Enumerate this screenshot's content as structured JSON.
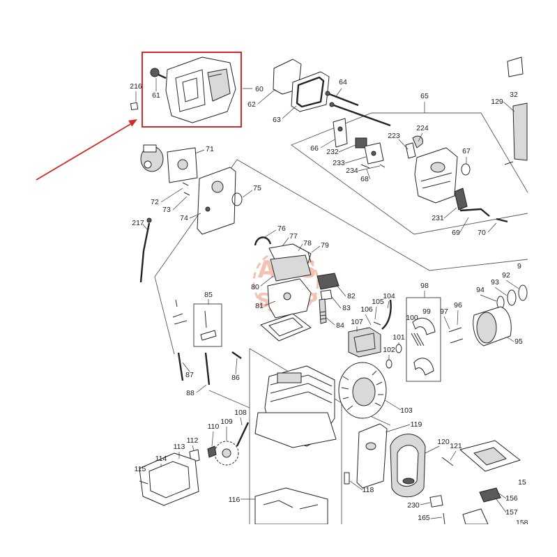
{
  "diagram": {
    "callouts": [
      "216",
      "61",
      "60",
      "62",
      "63",
      "64",
      "65",
      "32",
      "129",
      "66",
      "223",
      "224",
      "232",
      "233",
      "234",
      "68",
      "67",
      "231",
      "69",
      "70",
      "71",
      "75",
      "72",
      "73",
      "74",
      "217",
      "76",
      "77",
      "78",
      "79",
      "80",
      "81",
      "82",
      "83",
      "84",
      "85",
      "98",
      "99",
      "100",
      "104",
      "105",
      "106",
      "107",
      "97",
      "96",
      "94",
      "93",
      "92",
      "9",
      "95",
      "101",
      "102",
      "87",
      "88",
      "86",
      "103",
      "119",
      "108",
      "109",
      "110",
      "112",
      "113",
      "114",
      "115",
      "116",
      "118",
      "120",
      "121",
      "15",
      "156",
      "157",
      "230",
      "165",
      "158"
    ]
  },
  "watermark": {
    "line1": "AMS",
    "line2": "SHOP"
  },
  "colors": {
    "line": "#222222",
    "highlight": "#d42a2a",
    "watermark": "#e2704f",
    "background": "#ffffff"
  }
}
